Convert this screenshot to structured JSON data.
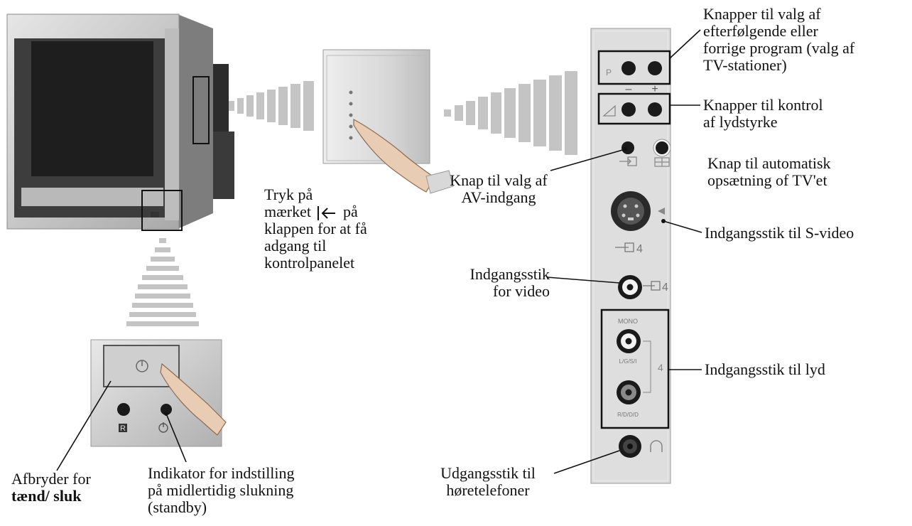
{
  "labels": {
    "program_buttons": [
      "Knapper til valg af",
      "efterfølgende eller",
      "forrige program (valg af",
      "TV-stationer)"
    ],
    "volume_buttons": [
      "Knapper til kontrol",
      "af lydstyrke"
    ],
    "auto_setup": [
      "Knap til automatisk",
      "opsætning of TV'et"
    ],
    "svideo_input": "Indgangsstik til S-video",
    "audio_input": "Indgangsstik til lyd",
    "av_select": [
      "Knap til valg af",
      "AV-indgang"
    ],
    "video_input": [
      "Indgangsstik",
      "for video"
    ],
    "headphone_output": [
      "Udgangsstik til",
      "høretelefoner"
    ],
    "flap_instruction": {
      "line1": "Tryk på",
      "line2_a": "mærket",
      "line2_b": "på",
      "line3": "klappen for at få",
      "line4": "adgang til",
      "line5": "kontrolpanelet"
    },
    "power_switch": {
      "line1": "Afbryder for",
      "line2": "tænd/ sluk"
    },
    "standby_indicator": [
      "Indikator for indstilling",
      "på midlertidig slukning",
      "(standby)"
    ]
  },
  "panel_markings": {
    "program_letter": "P",
    "minus": "–",
    "plus": "+",
    "port_number_svideo": "4",
    "port_number_video": "4",
    "mono": "MONO",
    "left_channel": "L/G/S/I",
    "right_channel": "R/D/D/D",
    "audio_number": "4",
    "reset_letter": "R"
  },
  "icons": {
    "open_flap": "arrow-into-bar-icon",
    "volume": "volume-wedge-icon",
    "av_input": "input-arrow-icon",
    "auto_setup": "auto-setup-icon",
    "power": "power-icon",
    "headphones": "headphones-icon"
  },
  "colors": {
    "panel": "#dedede",
    "panel_edge": "#9a9a9a",
    "tv_body": "#c9c9c9",
    "screen": "#1e1e1e",
    "jack_dark": "#1a1a1a",
    "beam": "#c4c4c4"
  }
}
